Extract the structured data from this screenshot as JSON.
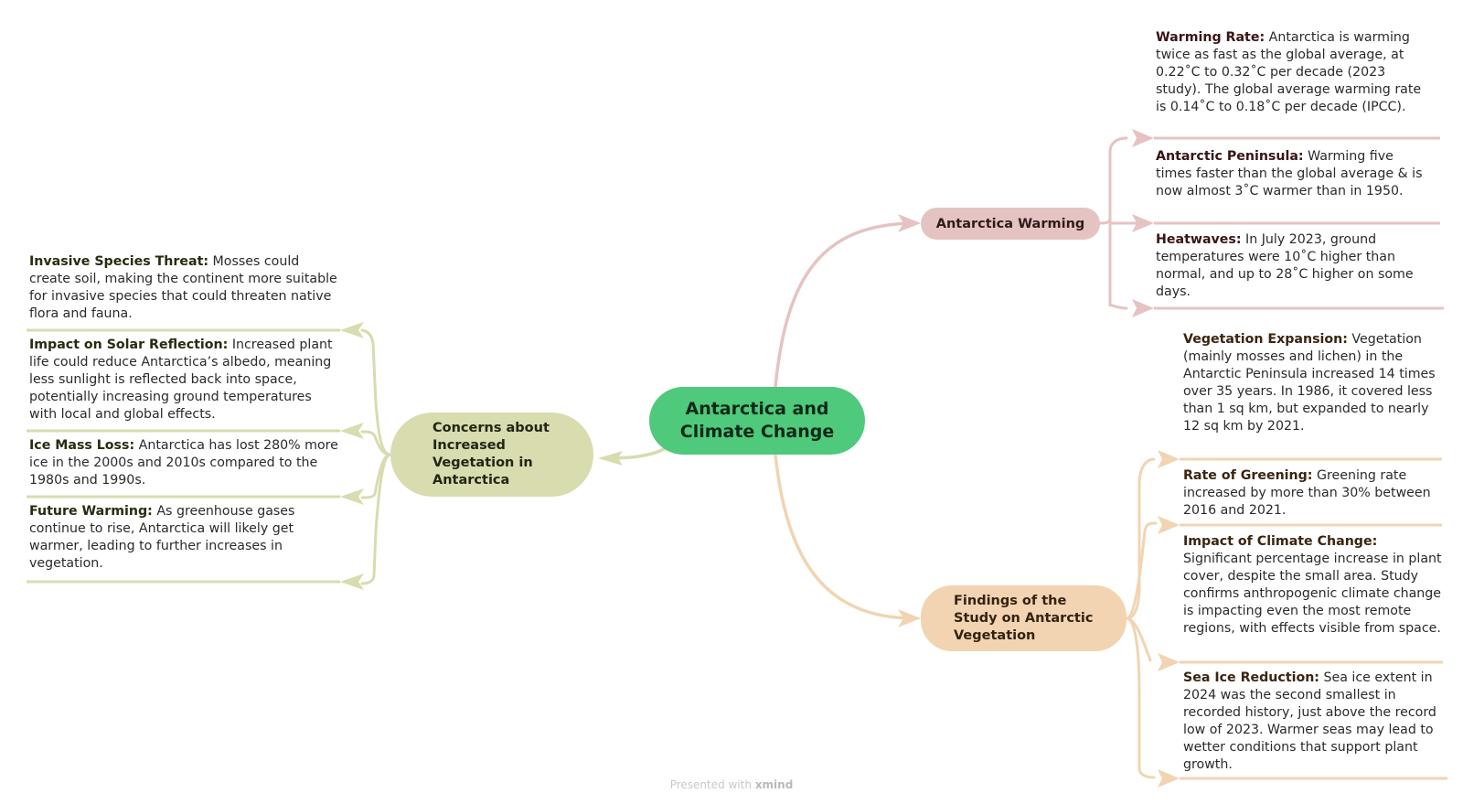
{
  "central": {
    "line1": "Antarctica and",
    "line2": "Climate Change"
  },
  "colors": {
    "central": "#4fc97c",
    "warming": "#e6c3c3",
    "findings": "#f2d4b2",
    "concerns": "#d8dcae"
  },
  "branches": {
    "warming": {
      "label": "Antarctica Warming",
      "leaves": [
        {
          "title": "Warming Rate:",
          "text": " Antarctica is warming twice as fast as the global average, at 0.22˚C to 0.32˚C per decade (2023 study). The global average warming rate is 0.14˚C to 0.18˚C per decade (IPCC)."
        },
        {
          "title": "Antarctic Peninsula:",
          "text": " Warming five times faster than the global average & is now almost 3˚C warmer than in 1950."
        },
        {
          "title": "Heatwaves:",
          "text": " In July 2023, ground temperatures were 10˚C higher than normal, and up to 28˚C higher on some days."
        }
      ]
    },
    "findings": {
      "line1": "Findings of the",
      "line2": "Study on Antarctic",
      "line3": "Vegetation",
      "leaves": [
        {
          "title": "Vegetation Expansion:",
          "text": " Vegetation (mainly mosses and lichen) in the Antarctic Peninsula increased 14 times over 35 years. In 1986, it covered less than 1 sq km, but expanded to nearly 12 sq km by 2021."
        },
        {
          "title": "Rate of Greening:",
          "text": " Greening rate increased by more than 30% between 2016 and 2021."
        },
        {
          "title": "Impact of Climate Change:",
          "text": " Significant percentage increase in plant cover, despite the small area. Study confirms anthropogenic climate change is impacting even the most remote regions, with effects visible from space."
        },
        {
          "title": "Sea Ice Reduction:",
          "text": " Sea ice extent in 2024 was the second smallest in recorded history, just above the record low of 2023. Warmer seas may lead to wetter conditions that support plant growth."
        }
      ]
    },
    "concerns": {
      "line1": "Concerns about",
      "line2": "Increased",
      "line3": "Vegetation in",
      "line4": "Antarctica",
      "leaves": [
        {
          "title": "Invasive Species Threat:",
          "text": " Mosses could create soil, making the continent more suitable for invasive species that could threaten native flora and fauna."
        },
        {
          "title": "Impact on Solar Reflection:",
          "text": " Increased plant life could reduce Antarctica’s albedo, meaning less sunlight is reflected back into space, potentially increasing ground temperatures with local and global effects."
        },
        {
          "title": "Ice Mass Loss:",
          "text": " Antarctica has lost 280% more ice in the 2000s and 2010s compared to the 1980s and 1990s."
        },
        {
          "title": "Future Warming:",
          "text": " As greenhouse gases continue to rise, Antarctica will likely get warmer, leading to further increases in vegetation."
        }
      ]
    }
  },
  "footer": {
    "prefix": "Presented with ",
    "brand": "xmind"
  }
}
